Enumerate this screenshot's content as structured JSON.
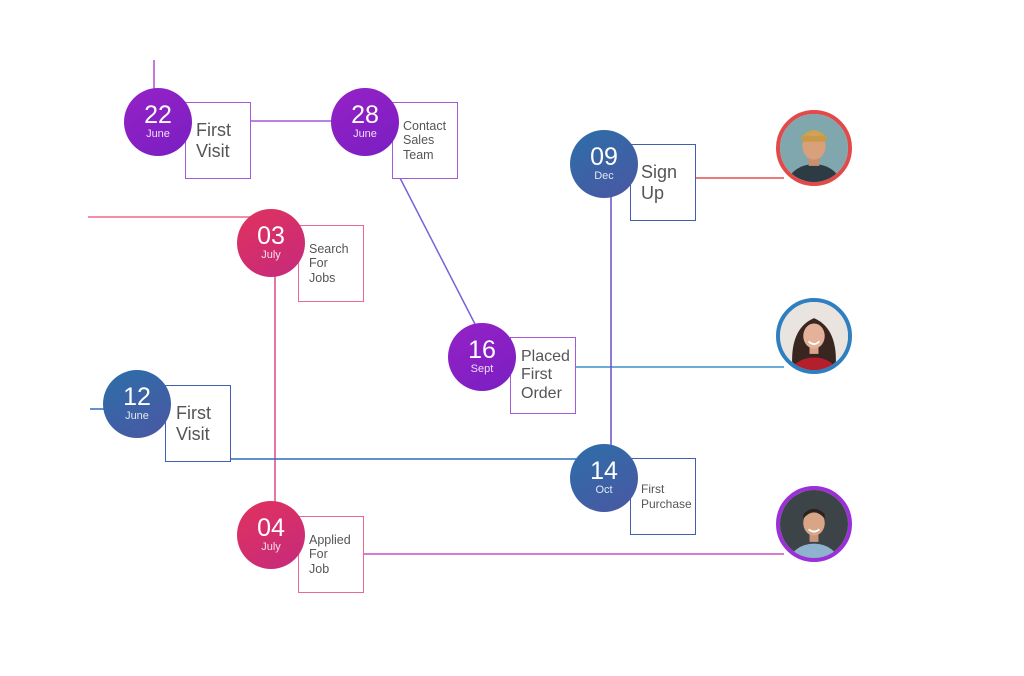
{
  "colors": {
    "purple": "#8a2be2",
    "pink": "#e0325e",
    "blue": "#2d6ea8",
    "wire_purple": "#9b59d6",
    "wire_pink": "#e05f8a",
    "wire_blue": "#2f6db8",
    "wire_red": "#e05050"
  },
  "events": [
    {
      "day": "22",
      "month": "June",
      "label_lines": [
        "First",
        "Visit"
      ]
    },
    {
      "day": "28",
      "month": "June",
      "label_lines": [
        "Contact",
        "Sales",
        "Team"
      ]
    },
    {
      "day": "03",
      "month": "July",
      "label_lines": [
        "Search",
        "For",
        "Jobs"
      ]
    },
    {
      "day": "16",
      "month": "Sept",
      "label_lines": [
        "Placed",
        "First",
        "Order"
      ]
    },
    {
      "day": "12",
      "month": "June",
      "label_lines": [
        "First",
        "Visit"
      ]
    },
    {
      "day": "04",
      "month": "July",
      "label_lines": [
        "Applied",
        "For",
        "Job"
      ]
    },
    {
      "day": "09",
      "month": "Dec",
      "label_lines": [
        "Sign",
        "Up"
      ]
    },
    {
      "day": "14",
      "month": "Oct",
      "label_lines": [
        "First",
        "Purchase"
      ]
    }
  ],
  "avatars": [
    {
      "icon": "person-avatar-icon",
      "border_color": "#e24a4a"
    },
    {
      "icon": "person-avatar-icon",
      "border_color": "#2f7fc0"
    },
    {
      "icon": "person-avatar-icon",
      "border_color": "#9b30d9"
    }
  ]
}
